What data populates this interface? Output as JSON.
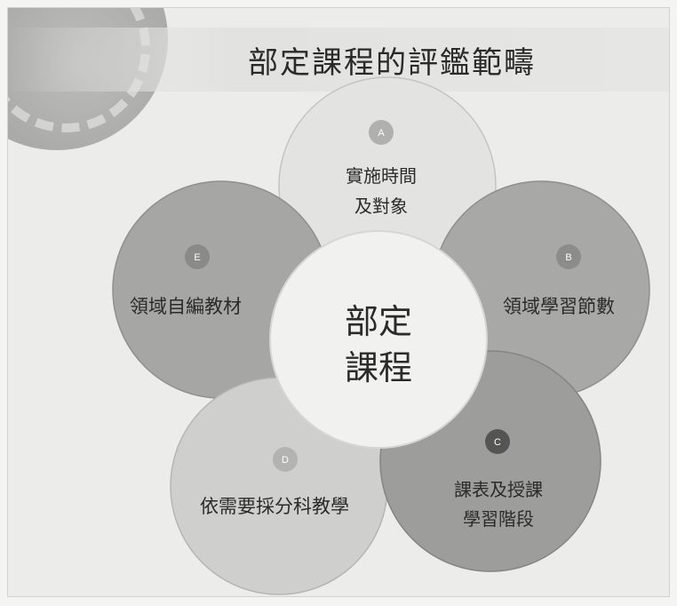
{
  "title": "部定課程的評鑑範疇",
  "center": {
    "line1": "部定",
    "line2": "課程"
  },
  "petals": [
    {
      "badge": "A",
      "lines": [
        "實施時間",
        "及對象"
      ],
      "color": "#e3e3e1",
      "badge_color": "#b0b0ae"
    },
    {
      "badge": "B",
      "lines": [
        "領域學習節數"
      ],
      "color": "#a8a8a6",
      "badge_color": "#8c8c8a"
    },
    {
      "badge": "C",
      "lines": [
        "課表及授課",
        "學習階段"
      ],
      "color": "#9d9d9b",
      "badge_color": "#555555"
    },
    {
      "badge": "D",
      "lines": [
        "依需要採分科教學"
      ],
      "color": "#cfcfcd",
      "badge_color": "#b3b3b1"
    },
    {
      "badge": "E",
      "lines": [
        "領域自編教材"
      ],
      "color": "#a6a6a4",
      "badge_color": "#8a8a88"
    }
  ]
}
